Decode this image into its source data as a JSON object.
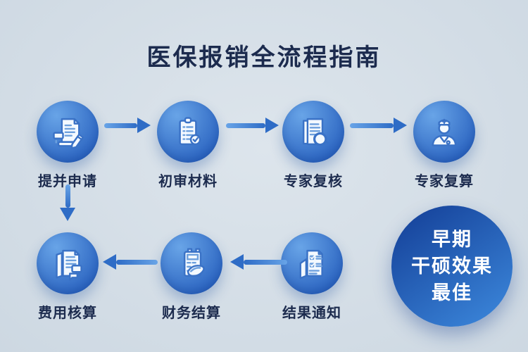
{
  "title": "医保报销全流程指南",
  "steps": [
    {
      "label": "提并申请",
      "icon": "document-pen-icon"
    },
    {
      "label": "初审材料",
      "icon": "clipboard-check-icon"
    },
    {
      "label": "专家复核",
      "icon": "document-magnifier-icon"
    },
    {
      "label": "专家复算",
      "icon": "doctor-icon"
    },
    {
      "label": "费用核算",
      "icon": "documents-monitor-icon"
    },
    {
      "label": "财务结算",
      "icon": "calculator-hand-icon"
    },
    {
      "label": "结果通知",
      "icon": "notice-checklist-icon"
    }
  ],
  "flow": [
    "提并申请 → 初审材料",
    "初审材料 → 专家复核",
    "专家复核 → 专家复算",
    "提并申请 ↓ 费用核算",
    "结果通知 → 财务结算",
    "财务结算 → 费用核算"
  ],
  "arrow_icons": [
    "arrow-right-icon",
    "arrow-left-icon",
    "arrow-down-icon"
  ],
  "badge": {
    "lines": [
      "早期",
      "干硕效果",
      "最佳"
    ]
  },
  "colors": {
    "bg": "#dde5ec",
    "bg2": "#cdd8e2",
    "circle1": "#68a4e7",
    "circle2": "#2a63c0",
    "arrow": "#2e6cc6",
    "label": "#1c2b4e",
    "badge1": "#16439b",
    "badge2": "#3b86da",
    "badgeText": "#ffffff",
    "iconStroke": "#3a72c6",
    "iconFill": "#f3f9ff",
    "iconLine": "#6da0dd"
  }
}
